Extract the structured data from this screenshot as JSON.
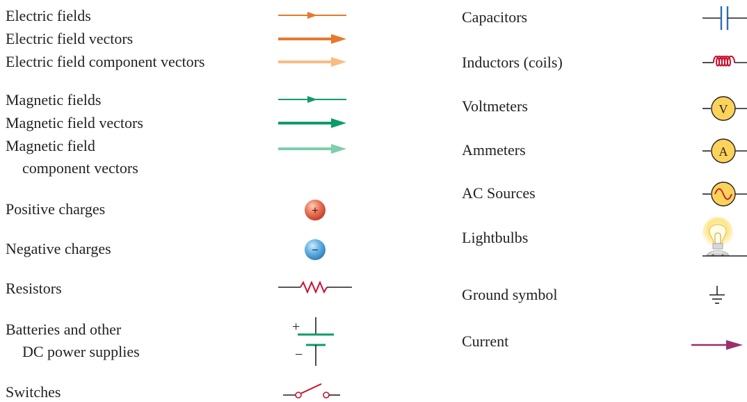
{
  "colors": {
    "electric": "#e8782a",
    "electric_component": "#f9bb82",
    "magnetic": "#0e9b6a",
    "magnetic_component": "#7ccfa9",
    "positive": "#e0513b",
    "negative": "#3f9bd6",
    "resistor": "#c8102e",
    "battery": "#0e9b6a",
    "capacitor": "#2a6fb8",
    "inductor": "#c8102e",
    "meter_fill": "#fcd35a",
    "ac_wave": "#c8102e",
    "current": "#9b2f6c",
    "line": "#231f20"
  },
  "left": {
    "electric_fields": "Electric fields",
    "electric_field_vectors": "Electric field vectors",
    "electric_field_component_vectors": "Electric field component vectors",
    "magnetic_fields": "Magnetic fields",
    "magnetic_field_vectors": "Magnetic field vectors",
    "magnetic_field_component_vectors_line1": "Magnetic field",
    "magnetic_field_component_vectors_line2": "component vectors",
    "positive_charges": "Positive charges",
    "negative_charges": "Negative charges",
    "resistors": "Resistors",
    "batteries_line1": "Batteries and other",
    "batteries_line2": "DC power supplies",
    "switches": "Switches"
  },
  "right": {
    "capacitors": "Capacitors",
    "inductors": "Inductors (coils)",
    "voltmeters": "Voltmeters",
    "ammeters": "Ammeters",
    "ac_sources": "AC Sources",
    "lightbulbs": "Lightbulbs",
    "ground_symbol": "Ground symbol",
    "current": "Current"
  },
  "symbols": {
    "plus": "+",
    "minus": "−",
    "voltmeter_letter": "V",
    "ammeter_letter": "A"
  }
}
